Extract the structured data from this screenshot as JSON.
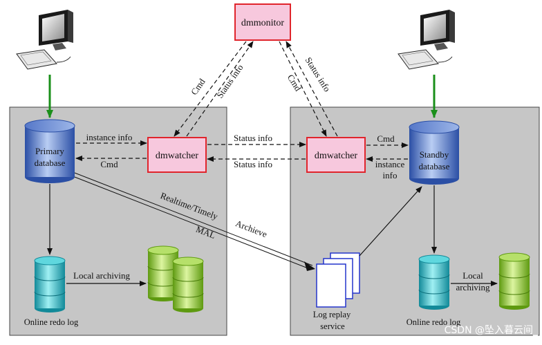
{
  "nodes": {
    "dmmonitor": "dmmonitor",
    "dmwatcher_left": "dmwatcher",
    "dmwatcher_right": "dmwatcher",
    "primary_line1": "Primary",
    "primary_line2": "database",
    "standby_line1": "Standby",
    "standby_line2": "database",
    "log_replay_line1": "Log  replay",
    "log_replay_line2": "service",
    "online_redo_left": "Online redo log",
    "online_redo_right": "Online redo log"
  },
  "edges": {
    "instance_info_left": "instance info",
    "cmd_left": "Cmd",
    "status_info_top": "Status info",
    "status_info_bottom": "Status info",
    "cmd_right": "Cmd",
    "instance_info_right_1": "instance",
    "instance_info_right_2": "info",
    "monitor_cmd_left": "Cmd",
    "monitor_status_left": "Status info",
    "monitor_status_right": "Status info",
    "monitor_cmd_right": "Cmd",
    "realtime": "Realtime/Timely",
    "archieve": "Archieve",
    "mal": "MAL",
    "local_archiving_left": "Local archiving",
    "local_archiving_right_1": "Local",
    "local_archiving_right_2": "archiving"
  },
  "watermark": "CSDN @坠入暮云间_",
  "colors": {
    "panel": "#c6c6c6",
    "watcher_fill": "#f7c8dd",
    "watcher_stroke": "#e0242b",
    "green_arrow": "#1a8f1a",
    "db_blue": "#4a72c8",
    "db_cyan": "#26b8c4",
    "db_green": "#8cc42a"
  }
}
